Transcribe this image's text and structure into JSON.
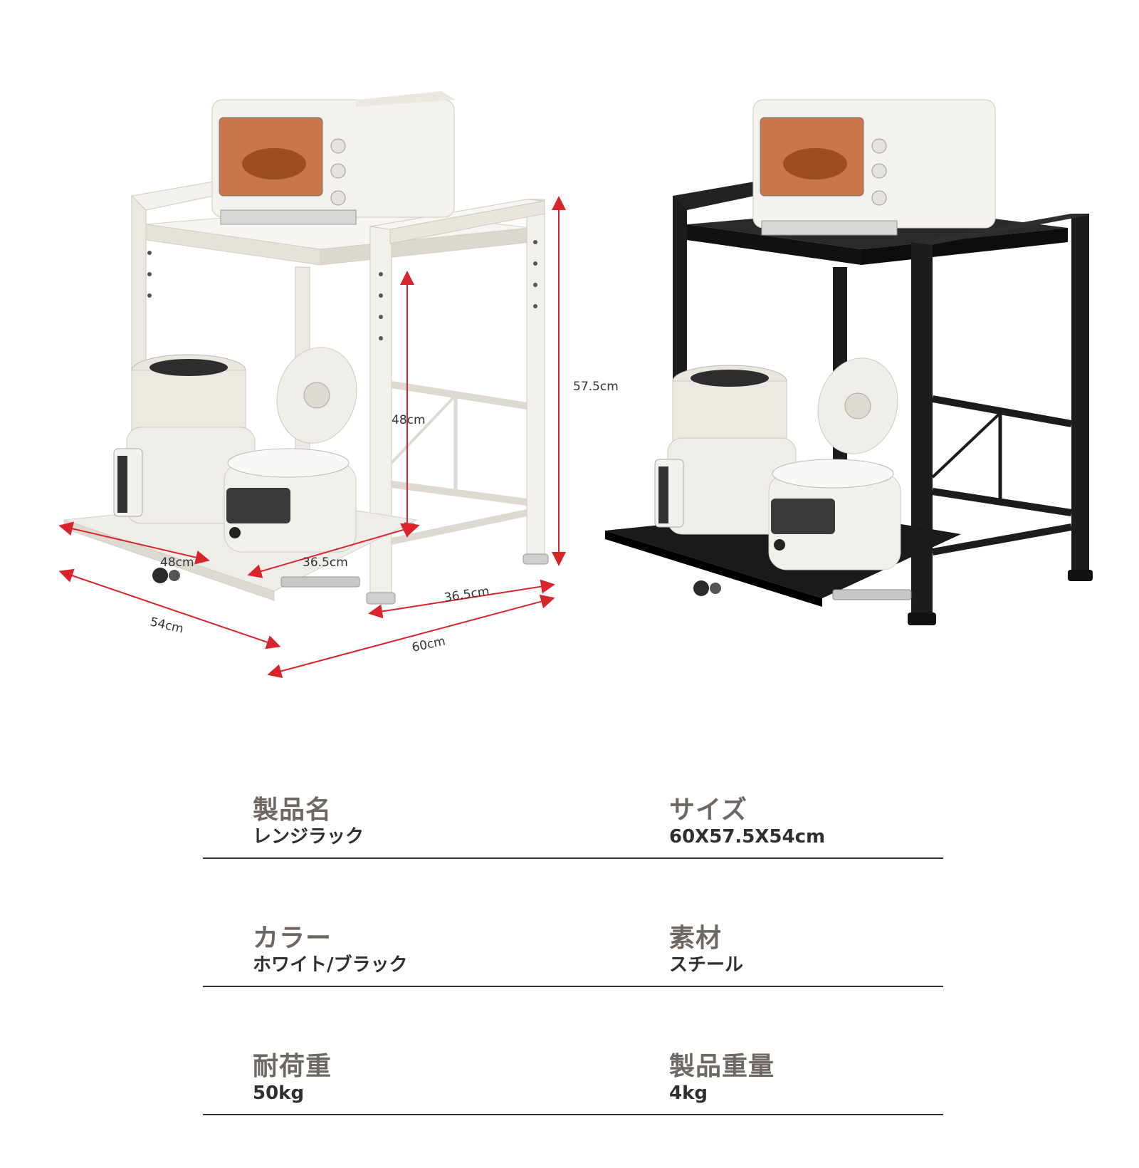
{
  "dimensions": {
    "height_total": "57.5cm",
    "inner_height": "48cm",
    "inner_width": "48cm",
    "inner_depth_front": "36.5cm",
    "depth_side": "36.5cm",
    "depth_total": "54cm",
    "width_total": "60cm"
  },
  "colors": {
    "white_frame": "#f2f0ea",
    "black_frame": "#1c1c1c",
    "dimension_arrow": "#d9242b",
    "label": "#6f6762",
    "rule": "#333333"
  },
  "specs": [
    {
      "label": "製品名",
      "value": "レンジラック"
    },
    {
      "label": "サイズ",
      "value": "60X57.5X54cm"
    },
    {
      "label": "カラー",
      "value": "ホワイト/ブラック"
    },
    {
      "label": "素材",
      "value": "スチール"
    },
    {
      "label": "耐荷重",
      "value": "50kg"
    },
    {
      "label": "製品重量",
      "value": "4kg"
    }
  ]
}
